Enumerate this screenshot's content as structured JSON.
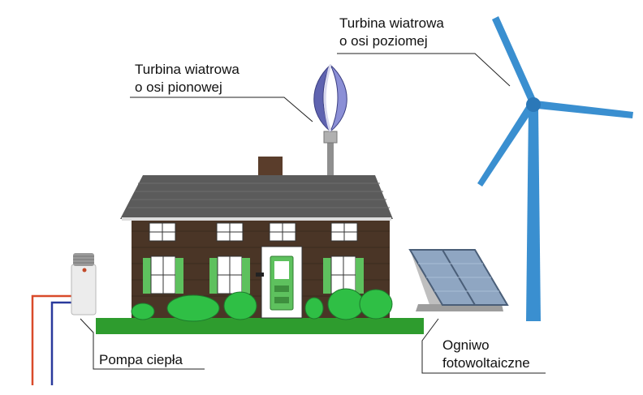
{
  "labels": {
    "horizontal_turbine": {
      "line1": "Turbina wiatrowa",
      "line2": "o osi poziomej"
    },
    "vertical_turbine": {
      "line1": "Turbina wiatrowa",
      "line2": "o osi pionowej"
    },
    "heat_pump": {
      "line1": "Pompa ciepła"
    },
    "pv_panel": {
      "line1": "Ogniwo",
      "line2": "fotowoltaiczne"
    }
  },
  "colors": {
    "turbine_blue": "#3a8fd0",
    "roof": "#5b5b5b",
    "brick": "#4a3526",
    "shutter": "#5ec15e",
    "lawn": "#2e9c2e",
    "hedge": "#2fbf45",
    "pipe_hot": "#d94a2a",
    "pipe_cold": "#2a3a9c",
    "panel": "#8fa6c2"
  }
}
